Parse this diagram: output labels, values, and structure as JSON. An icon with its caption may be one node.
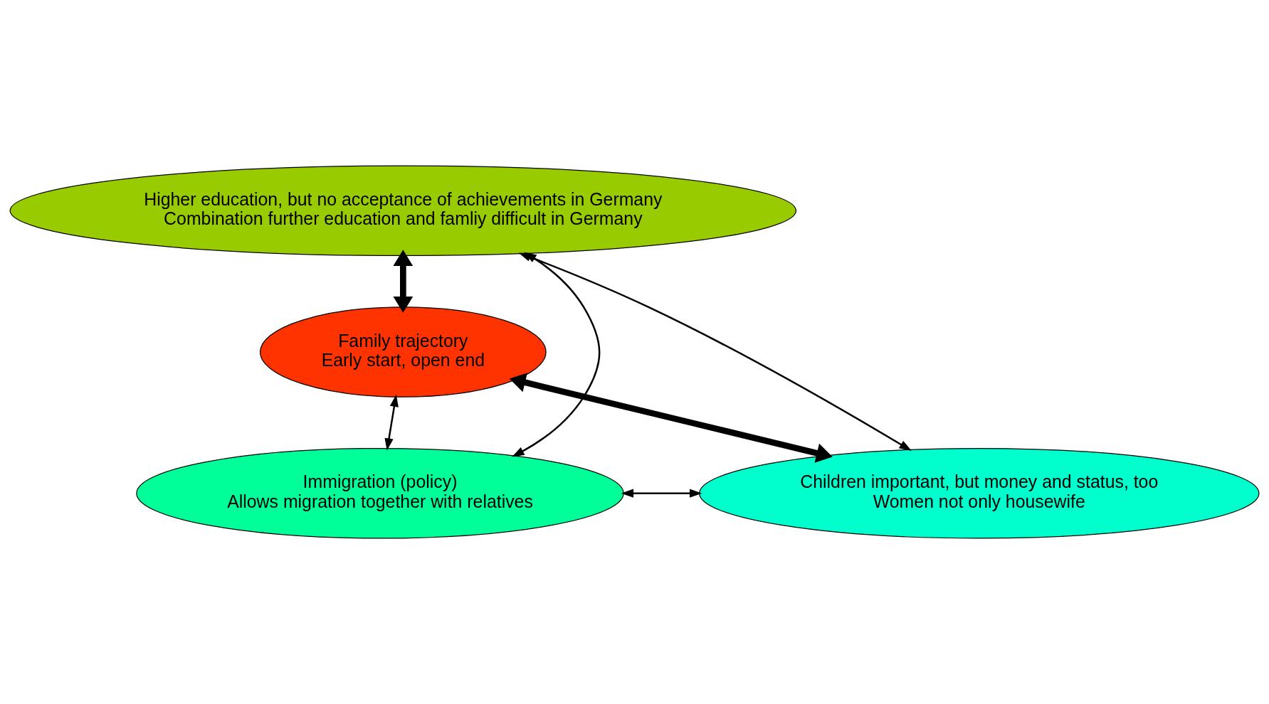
{
  "diagram": {
    "nodes": [
      {
        "text": [
          "Higher education, but no acceptance of achievements in Germany",
          "Combination further education and famliy difficult in Germany"
        ]
      },
      {
        "text": [
          "Family trajectory",
          "Early start, open end"
        ]
      },
      {
        "text": [
          "Immigration (policy)",
          "Allows migration together with relatives"
        ]
      },
      {
        "text": [
          "Children important, but money and status, too",
          "Women not only housewife"
        ]
      }
    ],
    "edges": [
      {
        "from": 0,
        "to": 1,
        "arrow": "both",
        "style": "thick"
      },
      {
        "from": 0,
        "to": 2,
        "arrow": "both"
      },
      {
        "from": 0,
        "to": 3,
        "arrow": "both"
      },
      {
        "from": 1,
        "to": 2,
        "arrow": "both"
      },
      {
        "from": 1,
        "to": 3,
        "arrow": "both",
        "style": "thick"
      },
      {
        "from": 2,
        "to": 3,
        "arrow": "both"
      }
    ]
  }
}
